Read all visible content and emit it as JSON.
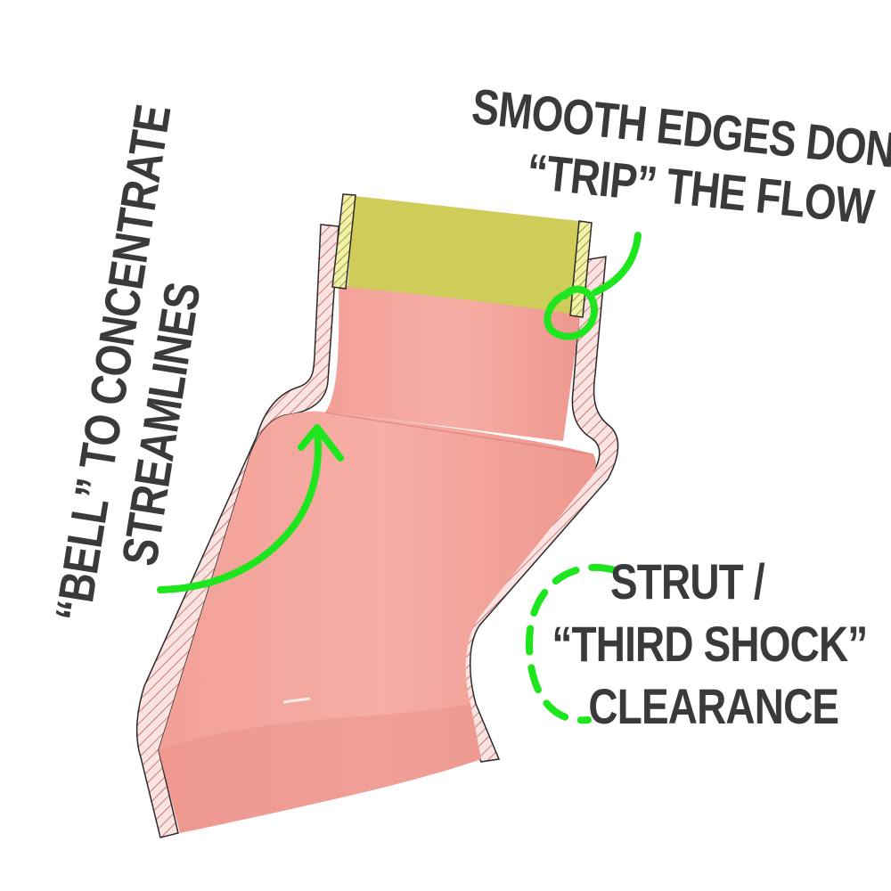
{
  "annotations": {
    "smooth_edges": {
      "line1": "SMOOTH EDGES DON’T",
      "line2": "“TRIP” THE FLOW"
    },
    "bell": {
      "line1": "“BELL” TO CONCENTRATE",
      "line2": "STREAMLINES"
    },
    "clearance": {
      "line1": "STRUT /",
      "line2": "“THIRD SHOCK”",
      "line3": "CLEARANCE"
    }
  },
  "colors": {
    "duct_fill": "#f4a59c",
    "duct_shade": "#e99088",
    "collar_fill": "#cfcd5a",
    "wall_hatch": "#c0605c",
    "wall_outline": "#2a2a2a",
    "annotation_green": "#1ee61e",
    "text": "#3a3a3a"
  }
}
